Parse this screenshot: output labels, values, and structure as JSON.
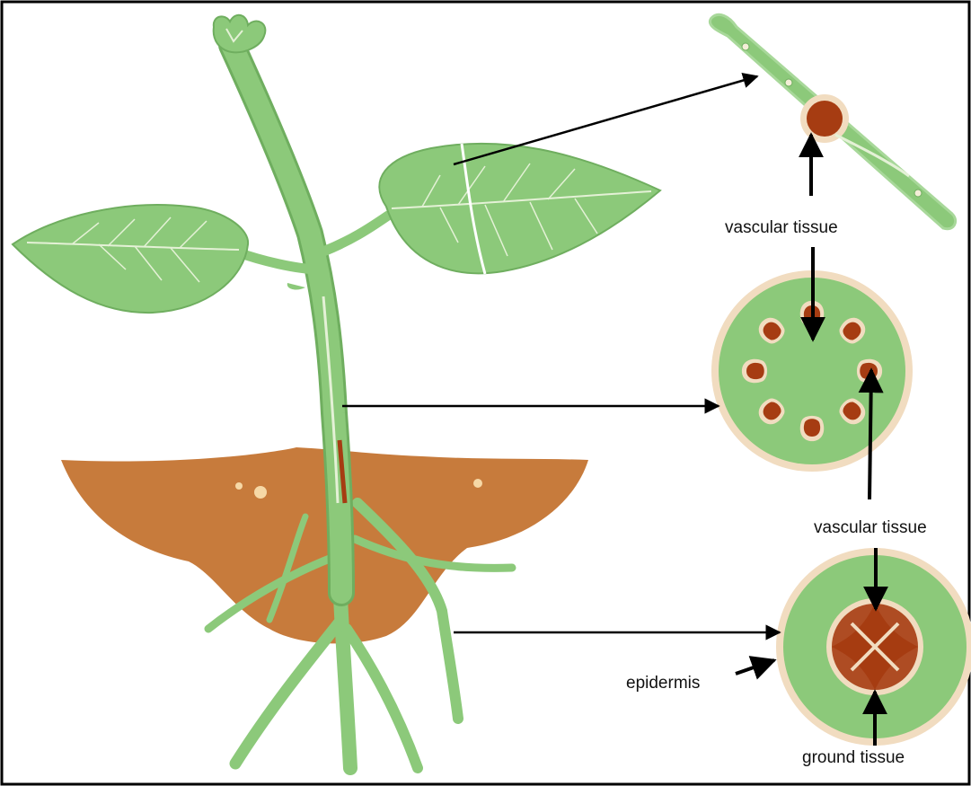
{
  "labels": {
    "leaf_vascular": "vascular tissue",
    "stem_root_vascular": "vascular tissue",
    "epidermis": "epidermis",
    "ground_tissue": "ground tissue"
  },
  "colors": {
    "plant_green": "#8cc97a",
    "plant_outline": "#6fae5f",
    "vein": "#e4f1d6",
    "vascular": "#a63c12",
    "soil": "#c77b3c",
    "rim": "#f1dcc0",
    "arrow": "#000000"
  }
}
